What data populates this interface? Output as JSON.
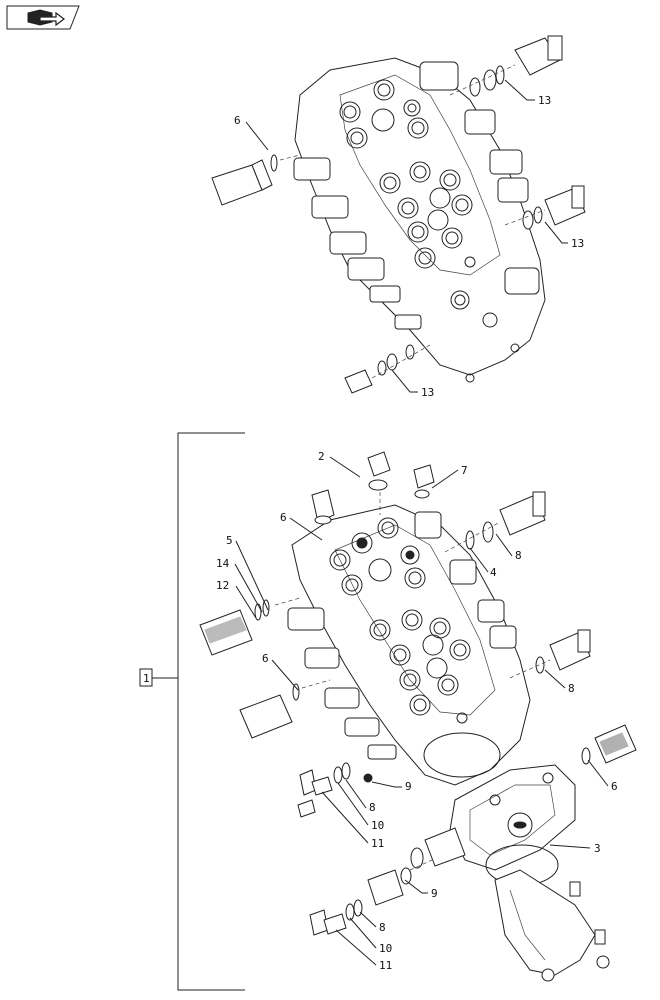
{
  "nav": {
    "icon": "book-arrow-icon"
  },
  "callouts": {
    "upper": [
      "6",
      "13",
      "13",
      "13"
    ],
    "lower": [
      "2",
      "7",
      "6",
      "5",
      "14",
      "12",
      "4",
      "8",
      "6",
      "8",
      "6",
      "9",
      "8",
      "10",
      "11",
      "3",
      "9",
      "8",
      "10",
      "11"
    ]
  },
  "assembly_box": "1",
  "colors": {
    "ink": "#222222",
    "paper": "#ffffff"
  }
}
